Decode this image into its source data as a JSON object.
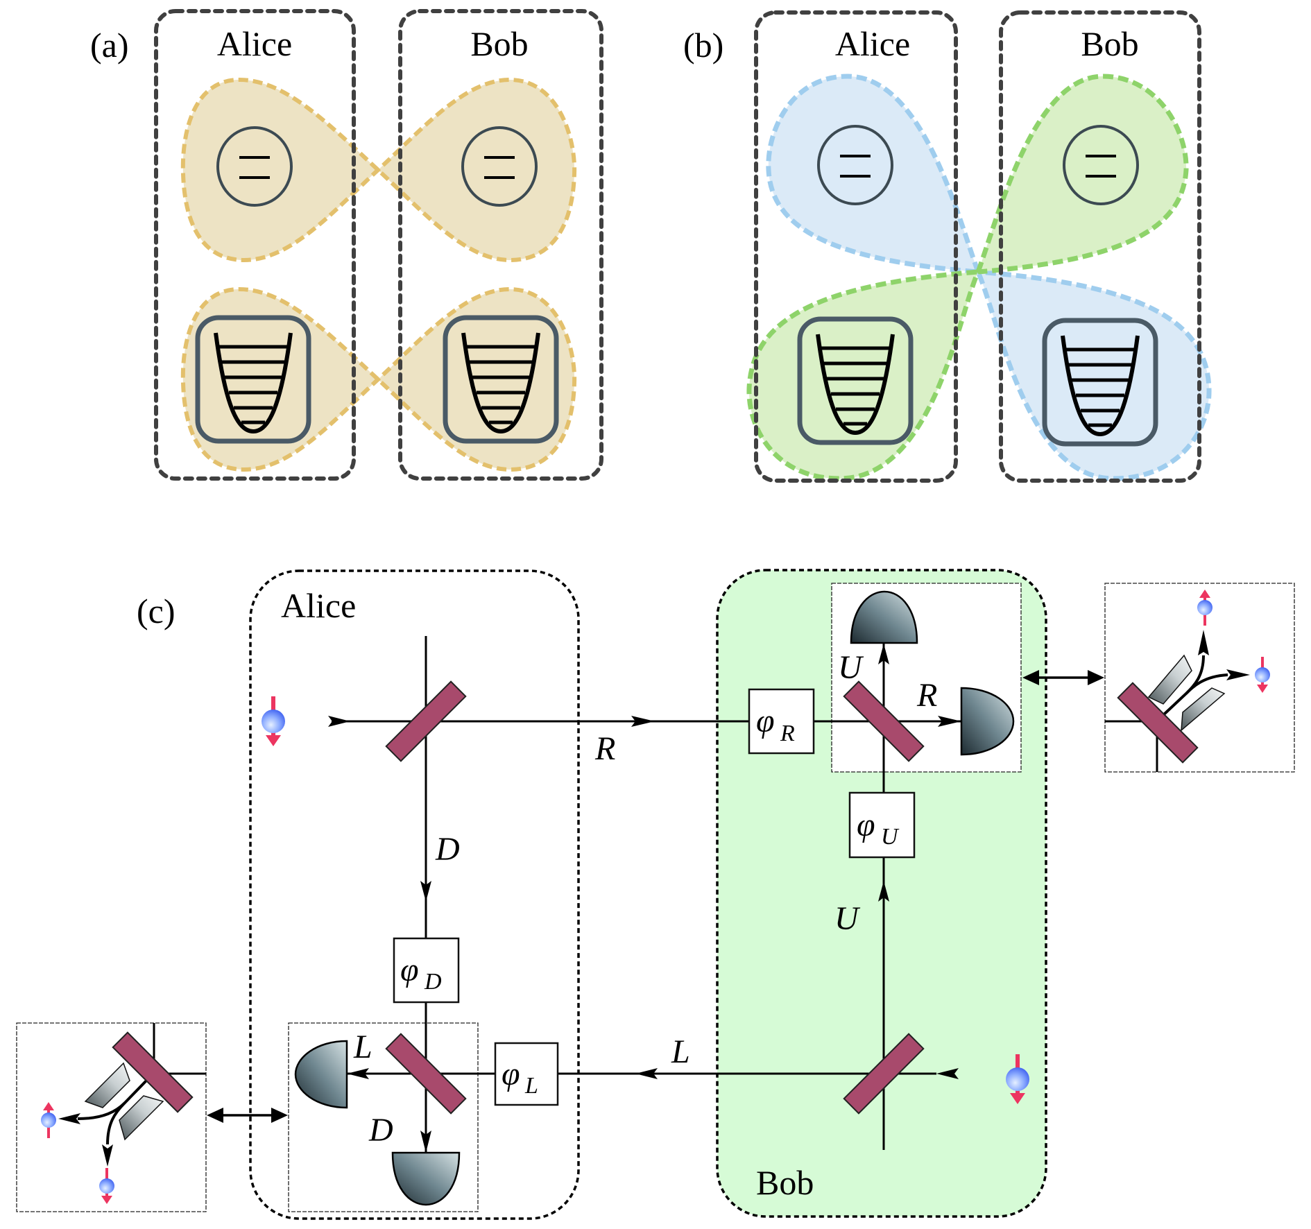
{
  "figure": {
    "panels": [
      {
        "id": "a",
        "label": "(a)",
        "parties": [
          {
            "name": "Alice",
            "qubit_icon": "two-level-atom-icon",
            "oscillator_icon": "harmonic-oscillator-icon"
          },
          {
            "name": "Bob",
            "qubit_icon": "two-level-atom-icon",
            "oscillator_icon": "harmonic-oscillator-icon"
          }
        ],
        "entanglement": "qubit-qubit and oscillator-oscillator lobes",
        "colors": {
          "lobe_fill": "#ede3c4",
          "lobe_stroke": "#e3c06c"
        }
      },
      {
        "id": "b",
        "label": "(b)",
        "parties": [
          {
            "name": "Alice",
            "qubit_icon": "two-level-atom-icon",
            "oscillator_icon": "harmonic-oscillator-icon"
          },
          {
            "name": "Bob",
            "qubit_icon": "two-level-atom-icon",
            "oscillator_icon": "harmonic-oscillator-icon"
          }
        ],
        "entanglement": "cross lobes: Alice qubit–Bob oscillator (blue), Bob qubit–Alice oscillator (green)",
        "colors": {
          "blue_fill": "#d9e9f7",
          "blue_stroke": "#9fcdee",
          "green_fill": "#d8efc4",
          "green_stroke": "#8ed36a"
        }
      },
      {
        "id": "c",
        "label": "(c)",
        "alice_label": "Alice",
        "bob_label": "Bob",
        "beam_labels": {
          "R_mid": "R",
          "D_mid": "D",
          "L_mid": "L",
          "U_mid": "U",
          "U_det": "U",
          "R_det": "R",
          "L_det": "L",
          "D_det": "D"
        },
        "phase_shifters": {
          "phi_R": {
            "symbol": "φ",
            "sub": "R"
          },
          "phi_D": {
            "symbol": "φ",
            "sub": "D"
          },
          "phi_U": {
            "symbol": "φ",
            "sub": "U"
          },
          "phi_L": {
            "symbol": "φ",
            "sub": "L"
          }
        },
        "colors": {
          "bob_region": "#d6fbd6",
          "beam_splitter": "#a84a6c",
          "spin_arrow": "#ec3560",
          "spin_ball": "#6b8cff"
        }
      }
    ]
  }
}
